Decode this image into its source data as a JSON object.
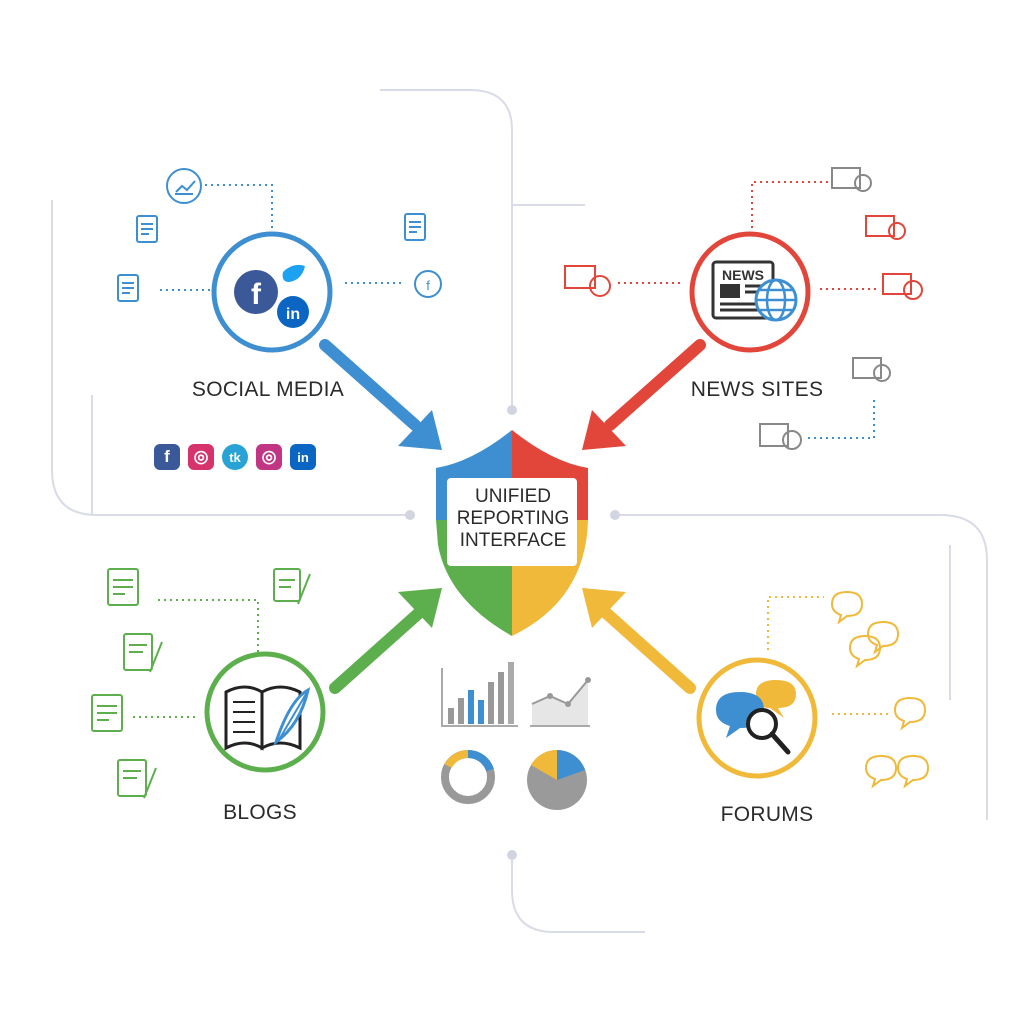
{
  "center": {
    "lines": [
      "UNIFIED",
      "REPORTING",
      "INTERFACE"
    ]
  },
  "sources": {
    "social_media": {
      "label": "SOCIAL MEDIA",
      "color": "#3d8fd1",
      "icons": [
        "facebook-icon",
        "twitter-icon",
        "linkedin-icon"
      ]
    },
    "news_sites": {
      "label": "NEWS SITES",
      "color": "#e2463b",
      "icons": [
        "newspaper-icon",
        "globe-icon"
      ],
      "newspaper_text": "NEWS"
    },
    "blogs": {
      "label": "BLOGS",
      "color": "#5daf4e",
      "icons": [
        "open-book-icon",
        "quill-pen-icon"
      ]
    },
    "forums": {
      "label": "FORUMS",
      "color": "#f0b93a",
      "icons": [
        "speech-bubbles-icon",
        "magnifier-icon"
      ]
    }
  },
  "social_badges": [
    {
      "name": "facebook-badge",
      "glyph": "f",
      "color": "#3b5998"
    },
    {
      "name": "instagram-badge",
      "glyph": "◎",
      "color": "#d6336c"
    },
    {
      "name": "tiktok-badge",
      "glyph": "tk",
      "color": "#29a3d6"
    },
    {
      "name": "instagram-badge",
      "glyph": "◎",
      "color": "#c13584"
    },
    {
      "name": "linkedin-badge",
      "glyph": "in",
      "color": "#0a66c2"
    }
  ],
  "analytics_icons": [
    "bar-chart-icon",
    "line-chart-icon",
    "donut-chart-icon",
    "pie-chart-icon"
  ],
  "shield_colors": {
    "top_left": "#3d8fd1",
    "top_right": "#e2463b",
    "bottom_left": "#5daf4e",
    "bottom_right": "#f0b93a"
  }
}
